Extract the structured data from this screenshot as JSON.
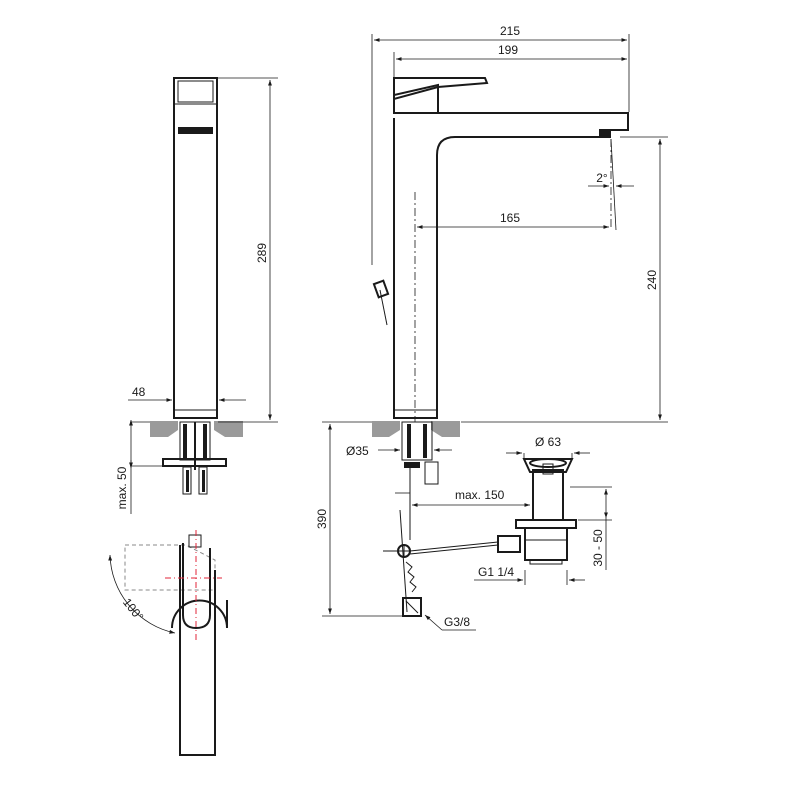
{
  "dimensions": {
    "overall_width": "215",
    "spout_reach": "199",
    "outlet_reach": "165",
    "spray_angle": "2°",
    "spout_height": "240",
    "body_height": "289",
    "body_width": "48",
    "deck_thickness": "max. 50",
    "handle_rotation": "100°",
    "hole_diameter": "Ø35",
    "waste_diameter": "Ø 63",
    "rod_length": "max. 150",
    "waste_adjust": "30 - 50",
    "waste_thread": "G1 1/4",
    "below_deck": "390",
    "hose_thread": "G3/8"
  }
}
